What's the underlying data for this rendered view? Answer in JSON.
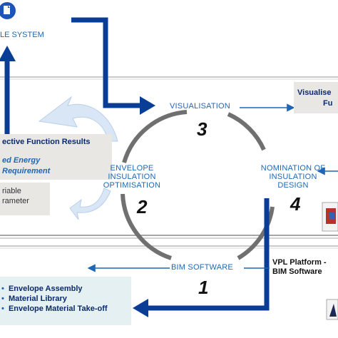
{
  "system_label": "LE SYSTEM",
  "cycle": {
    "visualisation": "VISUALISATION",
    "envelope_optimisation": [
      "ENVELOPE",
      "INSULATION",
      "OPTIMISATION"
    ],
    "nomination": [
      "NOMINATION OF",
      "INSULATION",
      "DESIGN"
    ],
    "bim_software": "BIM SOFTWARE"
  },
  "step_numbers": {
    "n1": "1",
    "n2": "2",
    "n3": "3",
    "n4": "4"
  },
  "objective_box": {
    "header": "ective Function Results",
    "line1": "ed Energy",
    "line2": "Requirement"
  },
  "variable_box": {
    "line1": "riable",
    "line2": "rameter"
  },
  "visualised_box": {
    "line1": "Visualise",
    "line2": "Fu"
  },
  "vpl_label": {
    "line1": "VPL Platform -",
    "line2": "BIM Software"
  },
  "bim_list": {
    "items": [
      "Envelope Assembly",
      "Material Library",
      "Envelope Material Take-off"
    ]
  },
  "colors": {
    "arrow_blue": "#0a3e96",
    "label_blue": "#1f67b3",
    "ring_gray": "#707070",
    "box_gray": "#e9e7e4",
    "box_teal": "#e4f0f2",
    "light_arrow": "#d6e4f4"
  }
}
